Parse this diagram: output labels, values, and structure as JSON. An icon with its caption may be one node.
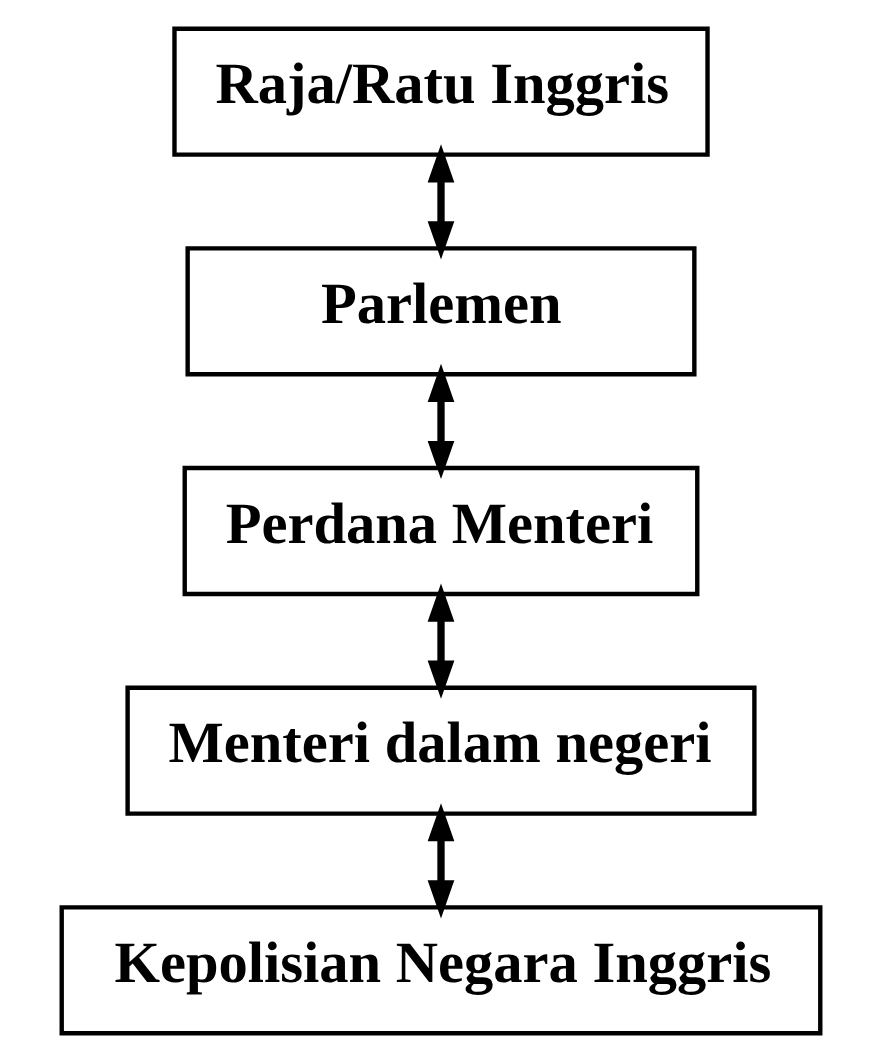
{
  "diagram": {
    "nodes": [
      {
        "text": [
          "Raja/Ratu Inggris"
        ]
      },
      {
        "text": [
          "Parlemen"
        ]
      },
      {
        "text": [
          "Perdana Menteri"
        ]
      },
      {
        "text": [
          "Menteri dalam negeri"
        ]
      },
      {
        "text": [
          "Kepolisian Negara Inggris"
        ]
      }
    ],
    "edges": [
      {
        "from": 0,
        "to": 1,
        "arrow": "both"
      },
      {
        "from": 1,
        "to": 2,
        "arrow": "both"
      },
      {
        "from": 2,
        "to": 3,
        "arrow": "both"
      },
      {
        "from": 3,
        "to": 4,
        "arrow": "both"
      }
    ]
  }
}
